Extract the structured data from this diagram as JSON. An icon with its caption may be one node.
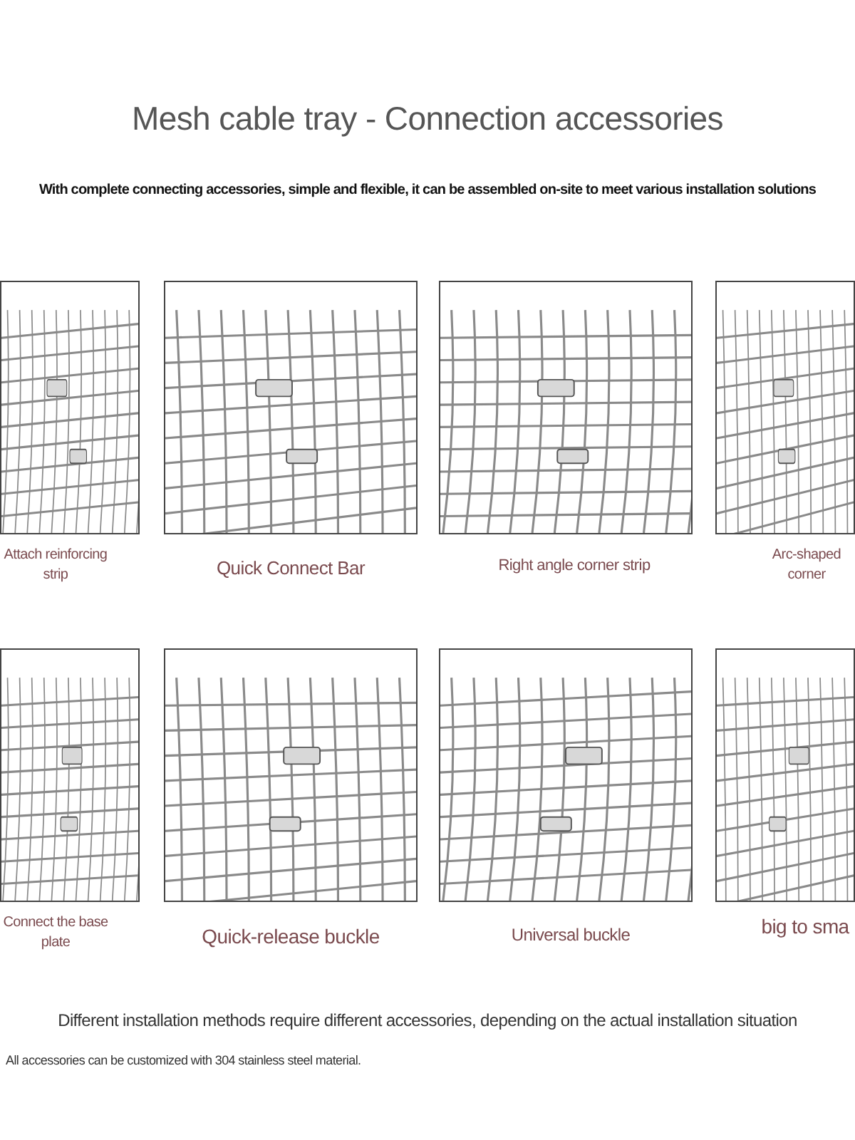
{
  "diagram": {
    "title": "Mesh cable tray - Connection accessories",
    "nodes": [
      {
        "text": [],
        "shape": "picture",
        "beside": [
          "Attach reinforcing strip"
        ]
      },
      {
        "text": [],
        "shape": "picture",
        "beside": [
          "Quick Connect Bar"
        ]
      },
      {
        "text": [],
        "shape": "picture",
        "beside": [
          "Right angle corner strip"
        ]
      },
      {
        "text": [],
        "shape": "picture",
        "beside": [
          "Arc-shaped corner"
        ]
      },
      {
        "text": [],
        "shape": "picture",
        "beside": [
          "Connect the base plate"
        ]
      },
      {
        "text": [],
        "shape": "picture",
        "beside": [
          "Quick-release buckle"
        ]
      },
      {
        "text": [],
        "shape": "picture",
        "beside": [
          "Universal buckle"
        ]
      },
      {
        "text": [],
        "shape": "picture",
        "beside": [
          "big to sma"
        ]
      }
    ],
    "edges": [],
    "labels": [
      "With complete connecting accessories, simple and flexible, it can be assembled on-site to meet various installation solutions",
      "Different installation methods require different accessories, depending on the actual installation situation",
      "All accessories can be customized with 304 stainless steel material."
    ]
  }
}
